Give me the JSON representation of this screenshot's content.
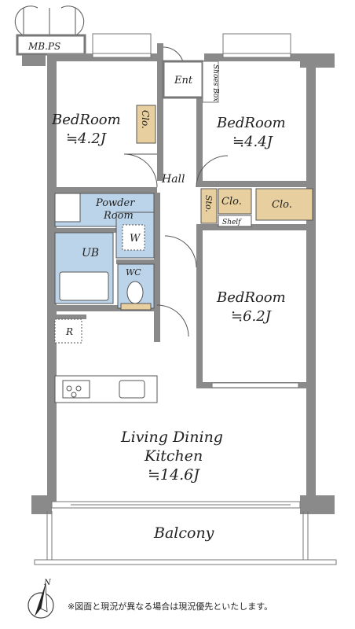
{
  "labels": {
    "mbps": "MB.PS",
    "ent": "Ent",
    "shoes_box": "Shoes Box",
    "bedroom_left": "BedRoom",
    "bedroom_left_size": "≒4.2J",
    "clo_left": "Clo.",
    "bedroom_right": "BedRoom",
    "bedroom_right_size": "≒4.4J",
    "hall": "Hall",
    "powder_room_1": "Powder",
    "powder_room_2": "Room",
    "washer": "W",
    "sto": "Sto.",
    "clo_mid": "Clo.",
    "clo_right": "Clo.",
    "shelf": "Shelf",
    "ub": "UB",
    "wc": "WC",
    "bedroom_lower": "BedRoom",
    "bedroom_lower_size": "≒6.2J",
    "refrigerator": "R",
    "ldk_1": "Living Dining",
    "ldk_2": "Kitchen",
    "ldk_size": "≒14.6J",
    "balcony": "Balcony",
    "north": "N"
  },
  "note": "※図面と現況が異なる場合は現況優先といたします。",
  "colors": {
    "wall": "#8a8a8a",
    "wall_dark": "#6f6f6f",
    "closet": "#e7cf9f",
    "wet_area": "#bcd4e9"
  }
}
